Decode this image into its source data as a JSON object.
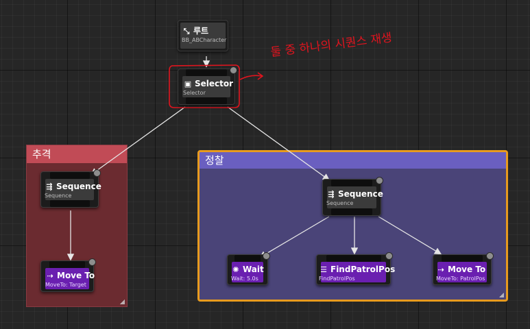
{
  "colors": {
    "chase_comment_header": "#c14b56",
    "chase_comment_body": "#6b2b30",
    "patrol_comment_header": "#6a5fc0",
    "patrol_comment_body": "#4a4478",
    "patrol_border": "#e89b1e",
    "task_purple": "#6a1fb0",
    "annotation_red": "#e0141e"
  },
  "comments": {
    "chase": {
      "title": "추격"
    },
    "patrol": {
      "title": "정찰"
    }
  },
  "nodes": {
    "root": {
      "icon": "root-icon",
      "title": "루트",
      "subtitle": "BB_ABCharacter"
    },
    "selector": {
      "icon": "selector-icon",
      "title": "Selector",
      "subtitle": "Selector"
    },
    "sequence_chase": {
      "icon": "sequence-icon",
      "title": "Sequence",
      "subtitle": "Sequence"
    },
    "moveto_target": {
      "icon": "move-to-icon",
      "title": "Move To",
      "subtitle": "MoveTo: Target"
    },
    "sequence_patrol": {
      "icon": "sequence-icon",
      "title": "Sequence",
      "subtitle": "Sequence"
    },
    "wait": {
      "icon": "wait-icon",
      "title": "Wait",
      "subtitle": "Wait: 5.0s"
    },
    "find_patrol_pos": {
      "icon": "task-icon",
      "title": "FindPatrolPos",
      "subtitle": "FindPatrolPos"
    },
    "moveto_patrol": {
      "icon": "move-to-icon",
      "title": "Move To",
      "subtitle": "MoveTo: PatrolPos"
    }
  },
  "annotation": {
    "text": "둘 중 하나의 시퀀스 재생"
  }
}
